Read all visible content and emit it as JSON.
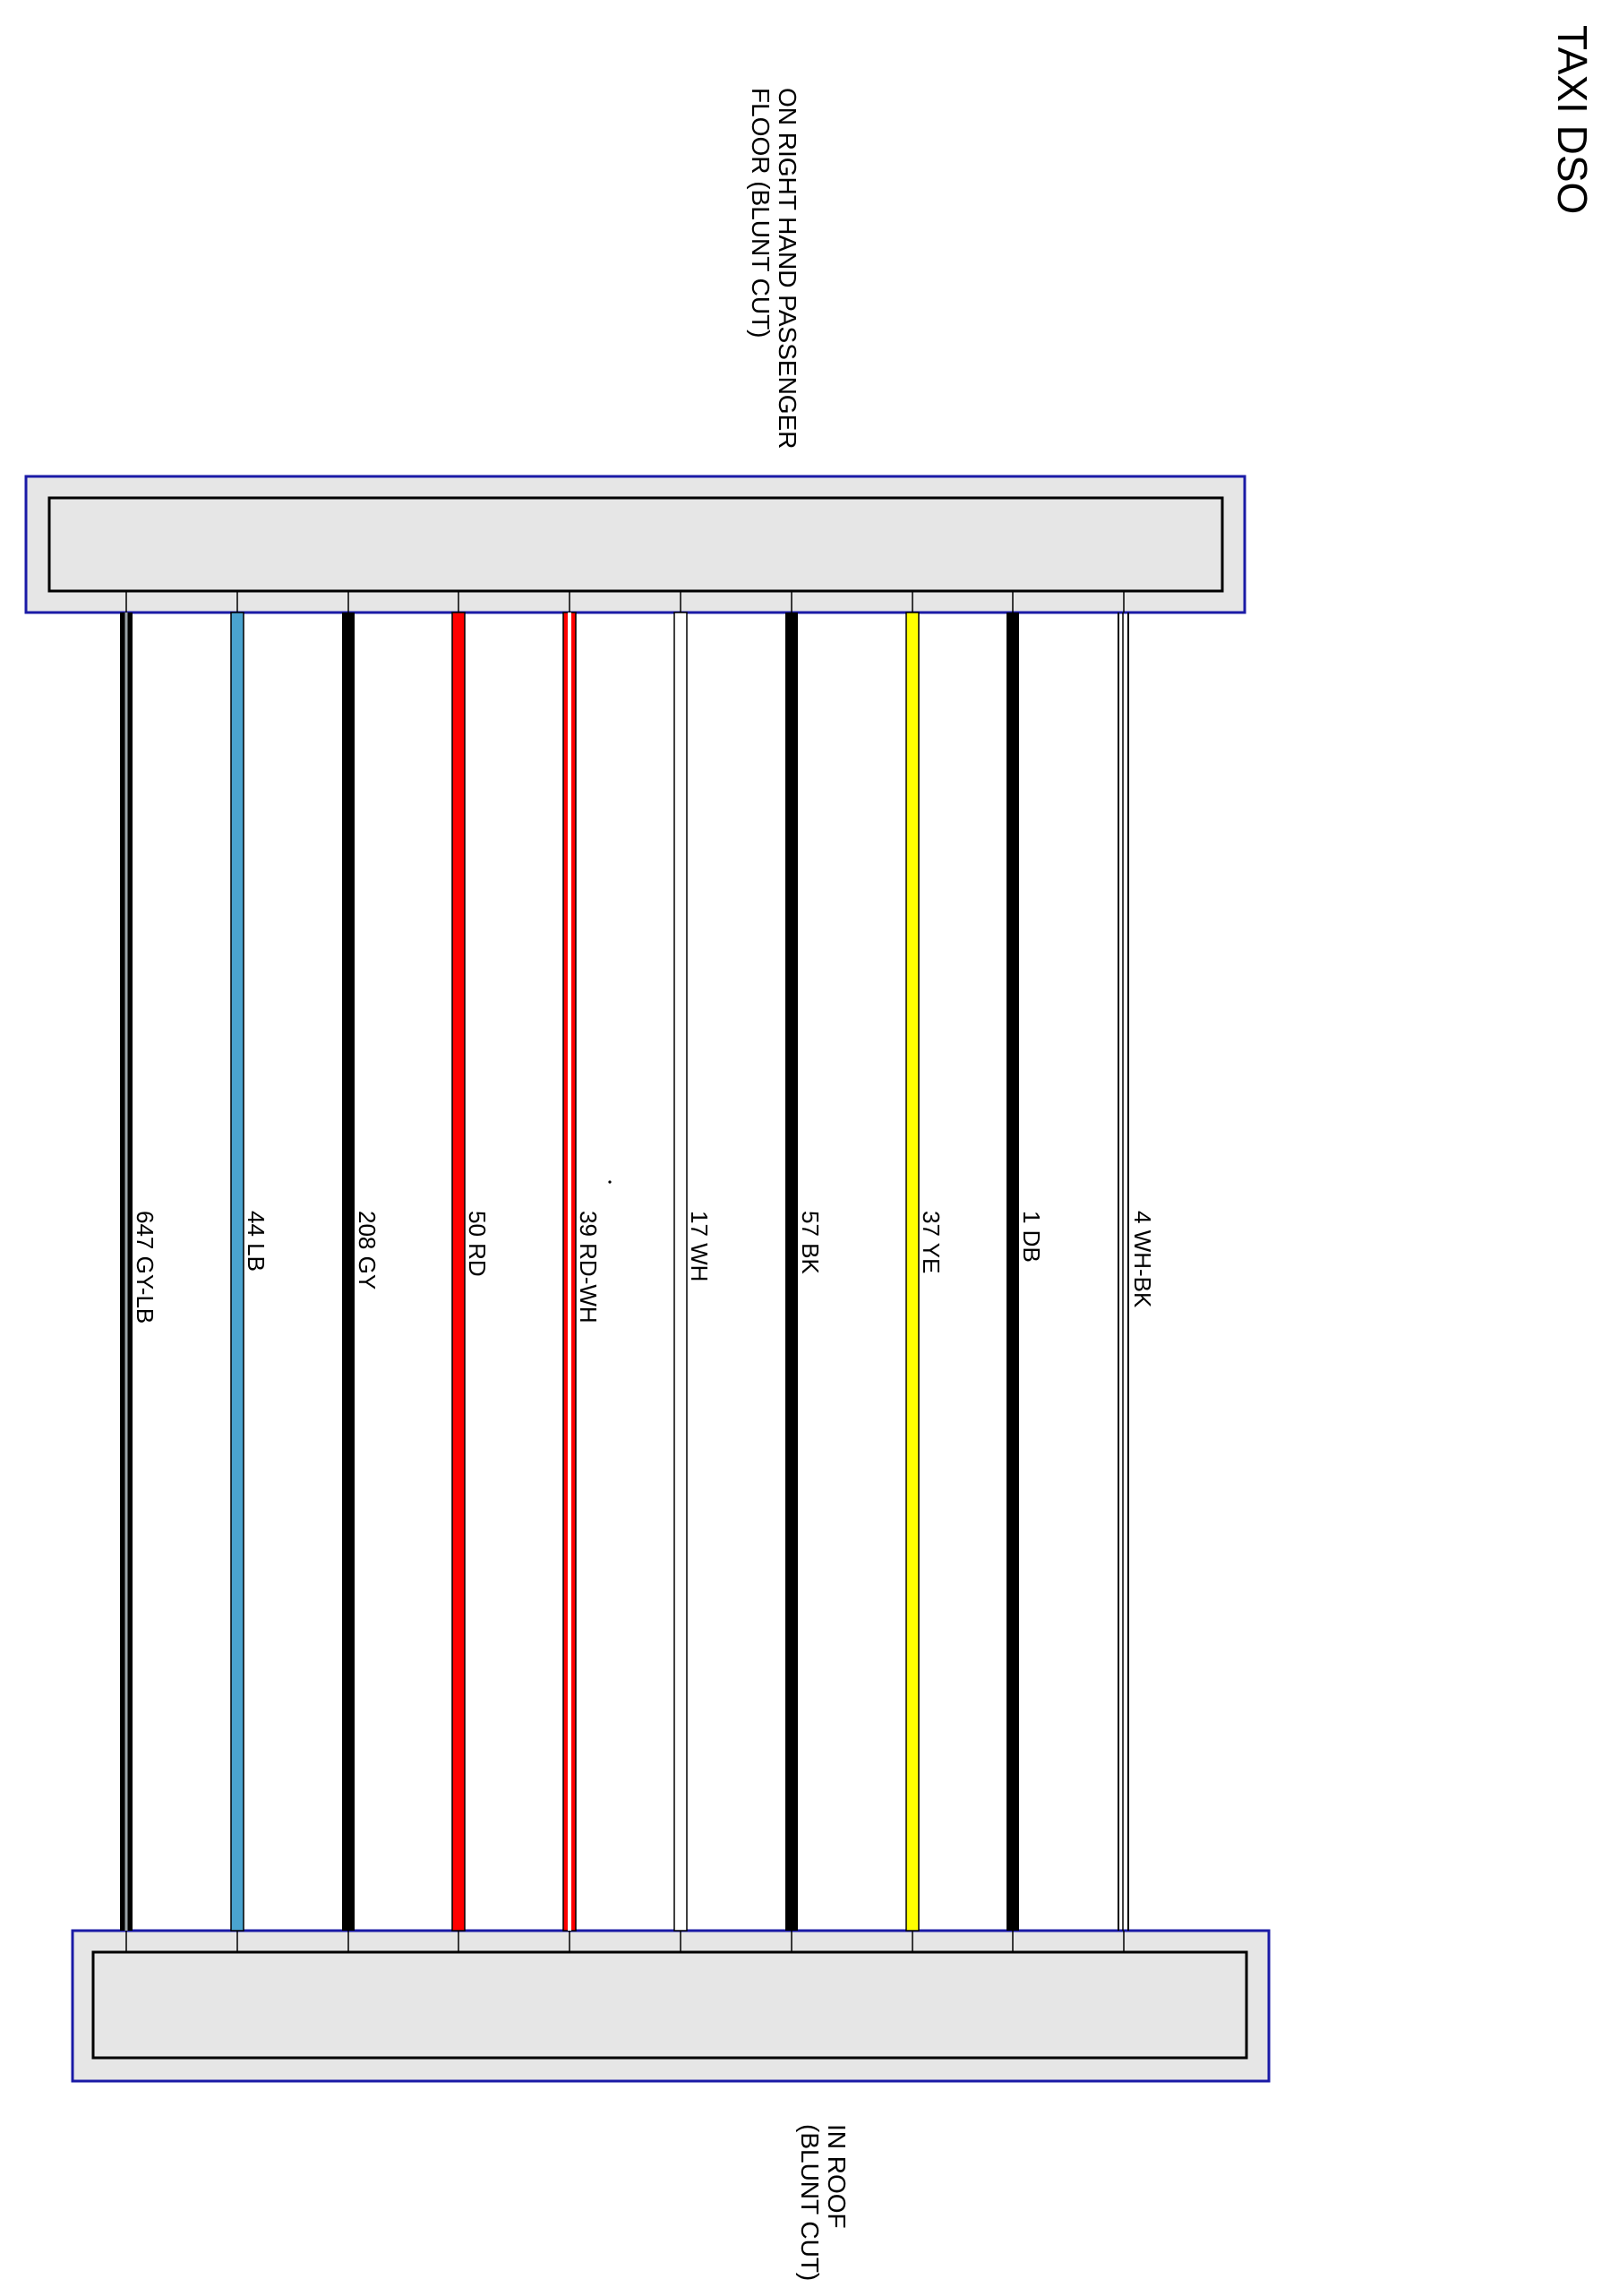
{
  "title": "TAXI DSO",
  "connectors": {
    "top": {
      "line1": "ON RIGHT HAND PASSENGER",
      "line2": "FLOOR (BLUNT CUT)"
    },
    "bottom": {
      "line1": "IN ROOF",
      "line2": "(BLUNT CUT)"
    }
  },
  "wires": [
    {
      "circuit": "647",
      "color_code": "GY-LB",
      "label": "647   GY-LB",
      "stroke": "#000000",
      "core": "#9aa3a8",
      "pattern": "black"
    },
    {
      "circuit": "44",
      "color_code": "LB",
      "label": "44  LB",
      "stroke": "#000000",
      "core": "#4aa3cf",
      "pattern": "solid"
    },
    {
      "circuit": "208",
      "color_code": "GY",
      "label": "208   GY",
      "stroke": "#000000",
      "core": "#000000",
      "pattern": "black"
    },
    {
      "circuit": "50",
      "color_code": "RD",
      "label": "50  RD",
      "stroke": "#000000",
      "core": "#ff0000",
      "pattern": "solid"
    },
    {
      "circuit": "39",
      "color_code": "RD-WH",
      "label": "39  RD-WH",
      "stroke": "#000000",
      "core": "#ff0000",
      "pattern": "stripe"
    },
    {
      "circuit": "17",
      "color_code": "WH",
      "label": "17  WH",
      "stroke": "#000000",
      "core": "#ffffff",
      "pattern": "solid"
    },
    {
      "circuit": "57",
      "color_code": "BK",
      "label": "57  BK",
      "stroke": "#000000",
      "core": "#000000",
      "pattern": "black"
    },
    {
      "circuit": "37",
      "color_code": "YE",
      "label": "37  YE",
      "stroke": "#000000",
      "core": "#ffff00",
      "pattern": "solid"
    },
    {
      "circuit": "1",
      "color_code": "DB",
      "label": "1  DB",
      "stroke": "#000000",
      "core": "#000000",
      "pattern": "black"
    },
    {
      "circuit": "4",
      "color_code": "WH-BK",
      "label": "4  WH-BK",
      "stroke": "#000000",
      "core": "#ffffff",
      "pattern": "double"
    }
  ],
  "colors": {
    "connector_border": "#1a1aa6",
    "connector_fill": "#e6e6e6",
    "connector_inner_border": "#000000"
  }
}
